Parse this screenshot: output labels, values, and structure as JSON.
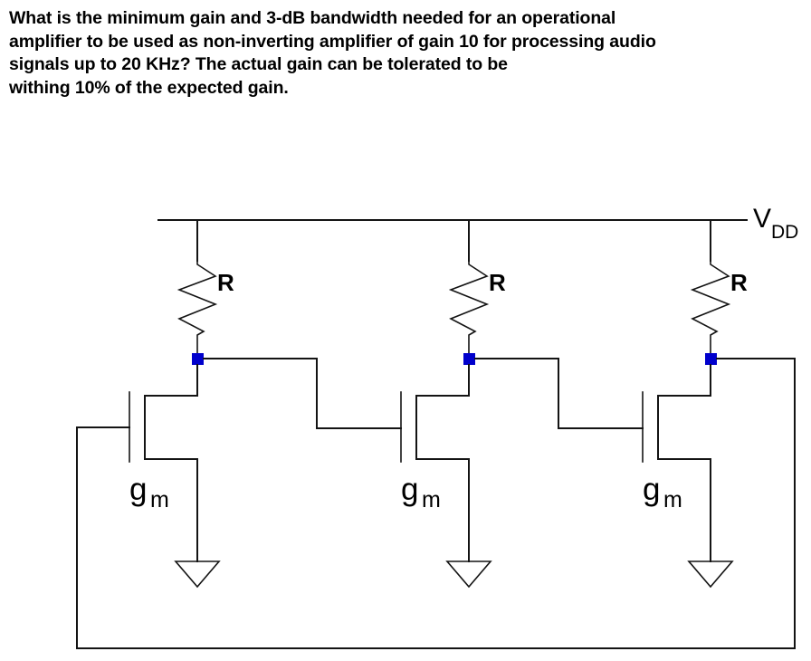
{
  "question": {
    "text": "What is the minimum gain and 3-dB bandwidth needed for an operational\namplifier to be used as non-inverting amplifier of gain 10 for processing audio\nsignals up to 20 KHz? The actual gain can be tolerated to be\nwithing 10% of the expected gain."
  },
  "figure": {
    "name": "three-stage-common-source-amplifier-with-feedback",
    "supply_label_main": "V",
    "supply_label_sub": "DD",
    "stages": [
      {
        "index": 1,
        "resistor_label": "R",
        "transistor_label_main": "g",
        "transistor_label_sub": "m",
        "ground": "ground-symbol"
      },
      {
        "index": 2,
        "resistor_label": "R",
        "transistor_label_main": "g",
        "transistor_label_sub": "m",
        "ground": "ground-symbol"
      },
      {
        "index": 3,
        "resistor_label": "R",
        "transistor_label_main": "g",
        "transistor_label_sub": "m",
        "ground": "ground-symbol"
      }
    ],
    "colors": {
      "node_marker": "#0000CC",
      "wire": "#141414",
      "background": "#FFFFFF"
    }
  }
}
